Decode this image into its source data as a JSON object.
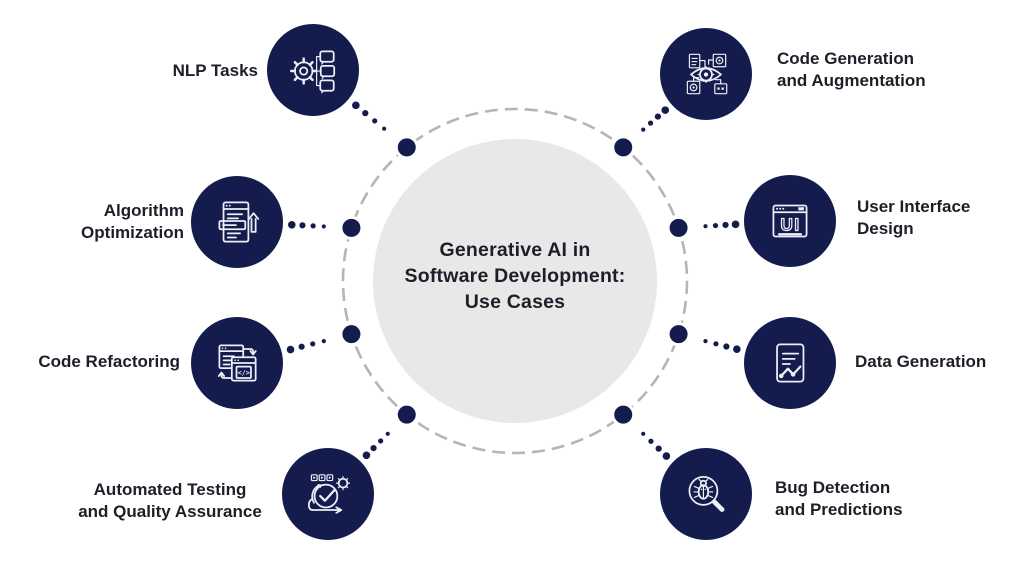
{
  "center": {
    "lines": [
      "Generative AI in",
      "Software Development:",
      "Use Cases"
    ]
  },
  "items": [
    {
      "name": "nlp-tasks",
      "icon": "gear-chat-icon",
      "lines": [
        "NLP Tasks",
        ""
      ]
    },
    {
      "name": "algorithm-optimization",
      "icon": "document-upgrade-icon",
      "lines": [
        "Algorithm",
        "Optimization"
      ]
    },
    {
      "name": "code-refactoring",
      "icon": "code-windows-refresh-icon",
      "lines": [
        "Code Refactoring",
        ""
      ]
    },
    {
      "name": "automated-testing-qa",
      "icon": "agile-loop-check-icon",
      "lines": [
        "Automated Testing",
        "and Quality Assurance"
      ]
    },
    {
      "name": "code-generation-augmentation",
      "icon": "eye-modules-icon",
      "lines": [
        "Code Generation",
        "and Augmentation"
      ]
    },
    {
      "name": "user-interface-design",
      "icon": "ui-browser-icon",
      "lines": [
        "User Interface",
        "Design"
      ]
    },
    {
      "name": "data-generation",
      "icon": "data-document-chart-icon",
      "lines": [
        "Data Generation",
        ""
      ]
    },
    {
      "name": "bug-detection-predictions",
      "icon": "bug-magnifier-icon",
      "lines": [
        "Bug Detection",
        "and Predictions"
      ]
    }
  ],
  "colors": {
    "navy": "#141b4d",
    "center_circle": "#e8e8e8",
    "dashed_ring": "#b5b5b5",
    "text": "#1e1e28",
    "icon_stroke": "#edeff7",
    "node_ring": "#ffffff"
  }
}
